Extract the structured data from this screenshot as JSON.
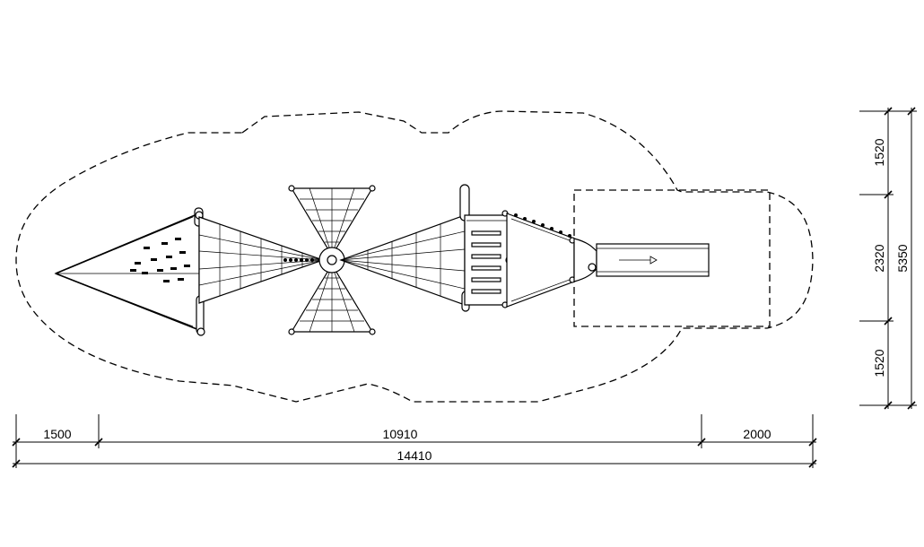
{
  "dimensions": {
    "horizontal": {
      "left_zone": "1500",
      "structure": "10910",
      "right_zone": "2000",
      "total": "14410"
    },
    "vertical": {
      "top_zone": "1520",
      "structure": "2320",
      "bottom_zone": "1520",
      "total": "5350"
    }
  }
}
